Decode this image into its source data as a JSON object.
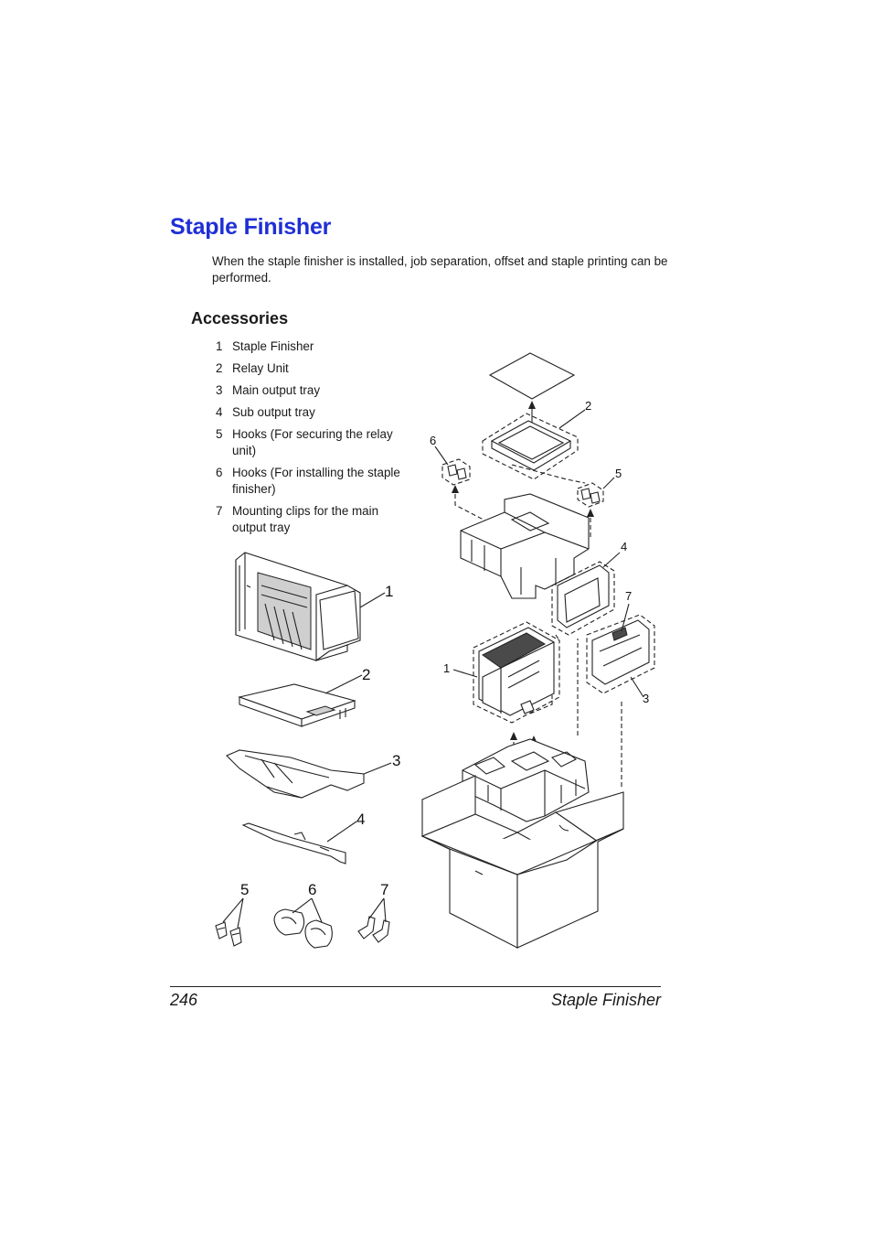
{
  "title": "Staple Finisher",
  "intro": "When the staple finisher is installed, job separation, offset and staple printing can be performed.",
  "section_heading": "Accessories",
  "accessories": [
    {
      "num": "1",
      "label": "Staple Finisher"
    },
    {
      "num": "2",
      "label": "Relay Unit"
    },
    {
      "num": "3",
      "label": "Main output tray"
    },
    {
      "num": "4",
      "label": "Sub output tray"
    },
    {
      "num": "5",
      "label": "Hooks (For securing the relay unit)"
    },
    {
      "num": "6",
      "label": "Hooks (For installing the staple finisher)"
    },
    {
      "num": "7",
      "label": "Mounting clips for the main output tray"
    }
  ],
  "figure_left_callouts": [
    "1",
    "2",
    "3",
    "4",
    "5",
    "6",
    "7"
  ],
  "figure_right_callouts": [
    "2",
    "6",
    "5",
    "4",
    "7",
    "1",
    "3"
  ],
  "footer": {
    "page_number": "246",
    "section": "Staple Finisher"
  }
}
